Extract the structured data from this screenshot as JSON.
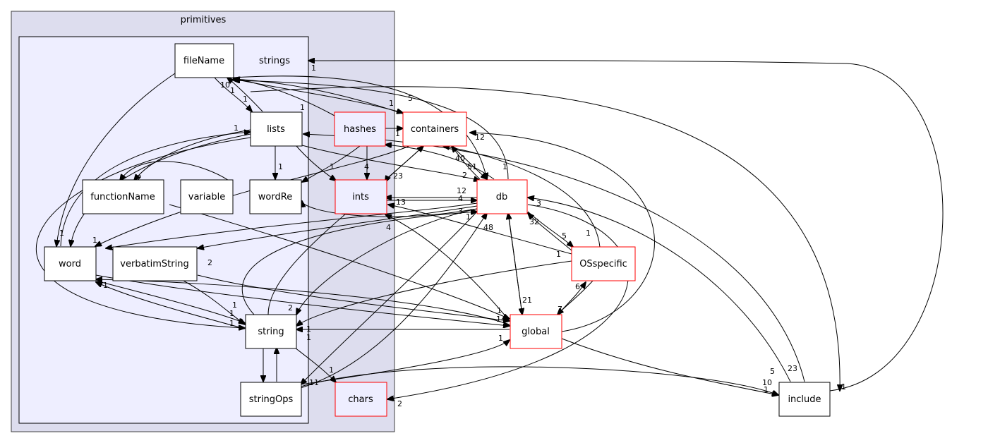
{
  "clusters": {
    "outer": "primitives",
    "inner": "strings"
  },
  "nodes": {
    "fileName": "fileName",
    "lists": "lists",
    "functionName": "functionName",
    "variable": "variable",
    "wordRe": "wordRe",
    "word": "word",
    "verbatimString": "verbatimString",
    "string": "string",
    "stringOps": "stringOps",
    "hashes": "hashes",
    "containers": "containers",
    "ints": "ints",
    "db": "db",
    "OSspecific": "OSspecific",
    "global": "global",
    "chars": "chars",
    "include": "include"
  },
  "edge_labels": {
    "e1": "1",
    "e2": "10",
    "e3": "1",
    "e4": "1",
    "e5": "1",
    "e6": "5",
    "e7": "1",
    "e8": "1",
    "e9": "2",
    "e10": "1",
    "e11": "1",
    "e12": "4",
    "e13": "23",
    "e14": "40",
    "e15": "51",
    "e16": "2",
    "e17": "12",
    "e18": "4",
    "e19": "13",
    "e20": "3",
    "e21": "3",
    "e22": "1",
    "e23": "48",
    "e24": "32",
    "e25": "5",
    "e26": "1",
    "e27": "1",
    "e28": "6",
    "e29": "7",
    "e30": "21",
    "e31": "1",
    "e32": "14",
    "e33": "1",
    "e34": "1",
    "e35": "1",
    "e36": "2",
    "e37": "1",
    "e38": "1",
    "e39": "1",
    "e40": "1",
    "e41": "11",
    "e42": "1",
    "e43": "2",
    "e44": "5",
    "e45": "10",
    "e46": "23",
    "e47": "1",
    "e48": "1",
    "e49": "1",
    "e50": "2",
    "e51": "1",
    "e52": "12",
    "e53": "1",
    "e54": "4",
    "e55": "1"
  },
  "colors": {
    "outer_cluster_fill": "#ddddee",
    "inner_cluster_fill": "#eeeeff",
    "external_border": "#ff0000"
  }
}
